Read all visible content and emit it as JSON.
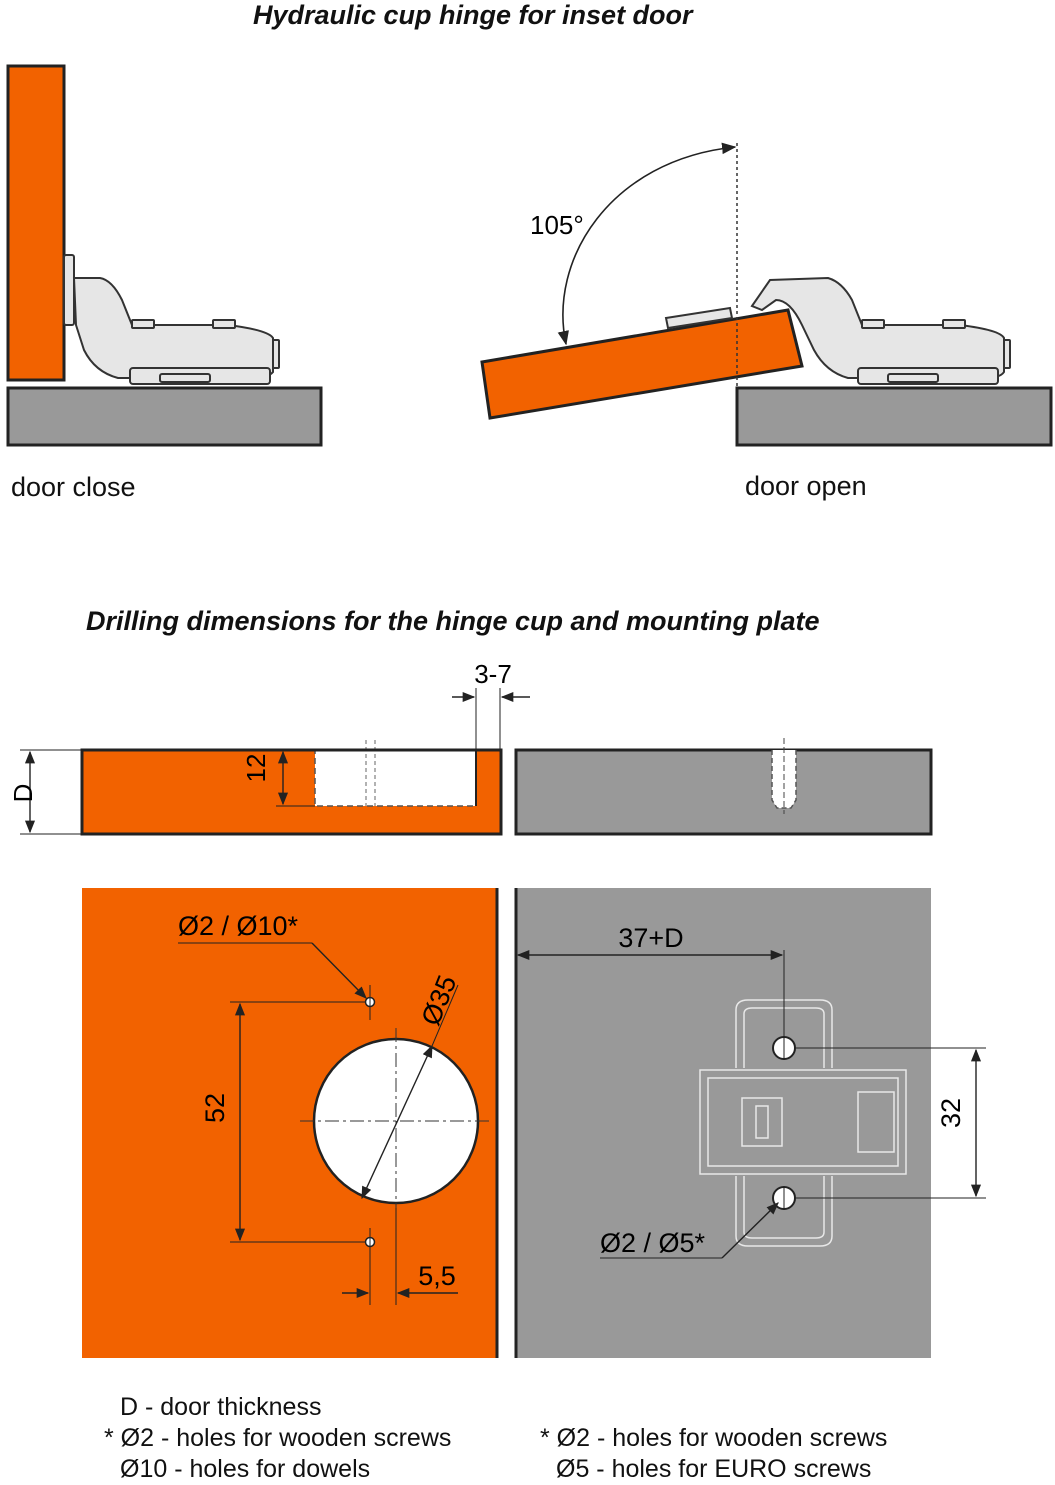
{
  "titles": {
    "top": "Hydraulic cup hinge for inset door",
    "bottom": "Drilling dimensions for the hinge cup and mounting plate"
  },
  "states": {
    "closed": "door close",
    "open": "door open"
  },
  "dimensions": {
    "opening_angle": "105°",
    "edge_gap": "3-7",
    "door_thickness": "D",
    "cup_depth": "12",
    "pilot_holes": "Ø2 / Ø10*",
    "cup_diameter": "Ø35",
    "hole_spacing": "52",
    "hole_offset": "5,5",
    "plate_position": "37+D",
    "plate_spacing": "32",
    "plate_holes": "Ø2 / Ø5*"
  },
  "notes": {
    "left": [
      "D - door thickness",
      "* Ø2 - holes for wooden screws",
      "Ø10 - holes for dowels"
    ],
    "right": [
      "* Ø2 - holes for wooden screws",
      "Ø5 - holes for EURO screws"
    ]
  },
  "colors": {
    "door": "#f26200",
    "cabinet": "#999999",
    "hinge": "#e6e6e6",
    "outline": "#222222"
  }
}
